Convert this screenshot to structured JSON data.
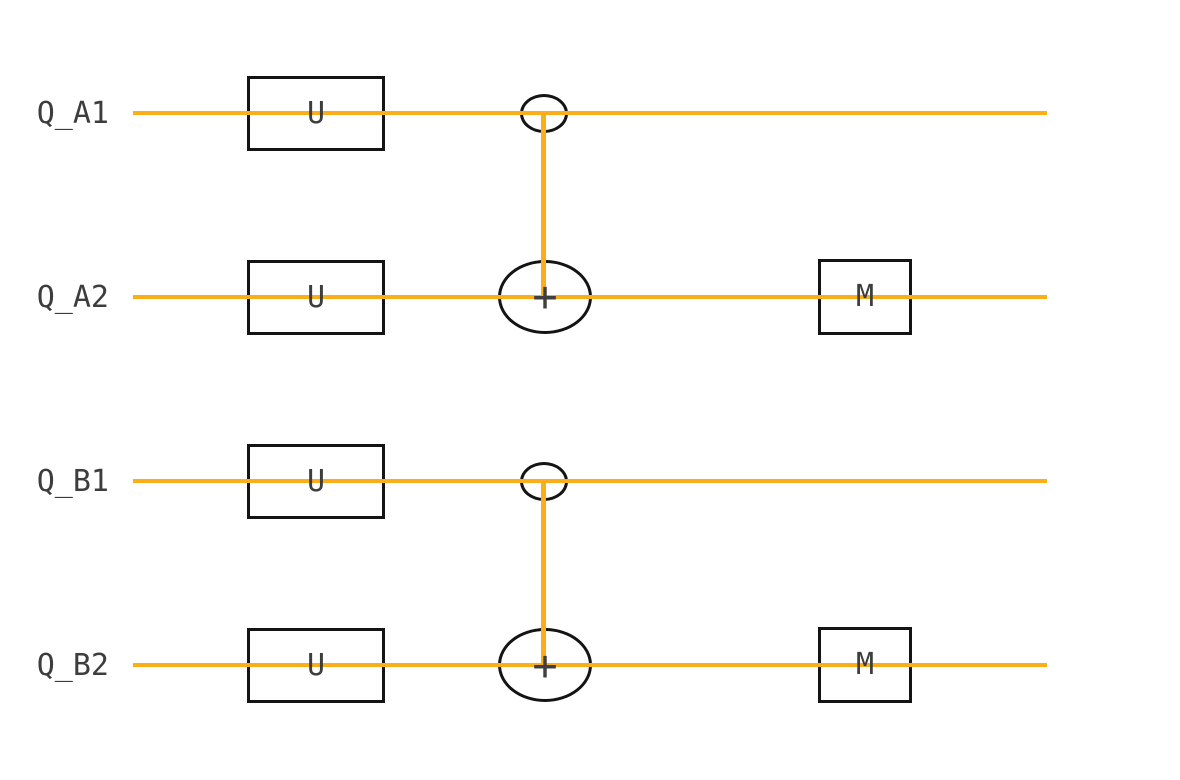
{
  "circuit": {
    "type": "quantum-circuit-diagram",
    "colors": {
      "wire": "#FBAE17",
      "gate_outline": "#141414",
      "text": "#3d3d3d"
    },
    "wires": [
      {
        "label": "Q_A1"
      },
      {
        "label": "Q_A2"
      },
      {
        "label": "Q_B1"
      },
      {
        "label": "Q_B2"
      }
    ],
    "gates": {
      "u_label": "U",
      "m_label": "M",
      "target_symbol": "+"
    },
    "u_gates_on": [
      "Q_A1",
      "Q_A2",
      "Q_B1",
      "Q_B2"
    ],
    "cnots": [
      {
        "control": "Q_A1",
        "target": "Q_A2"
      },
      {
        "control": "Q_B1",
        "target": "Q_B2"
      }
    ],
    "measurements_on": [
      "Q_A2",
      "Q_B2"
    ]
  }
}
